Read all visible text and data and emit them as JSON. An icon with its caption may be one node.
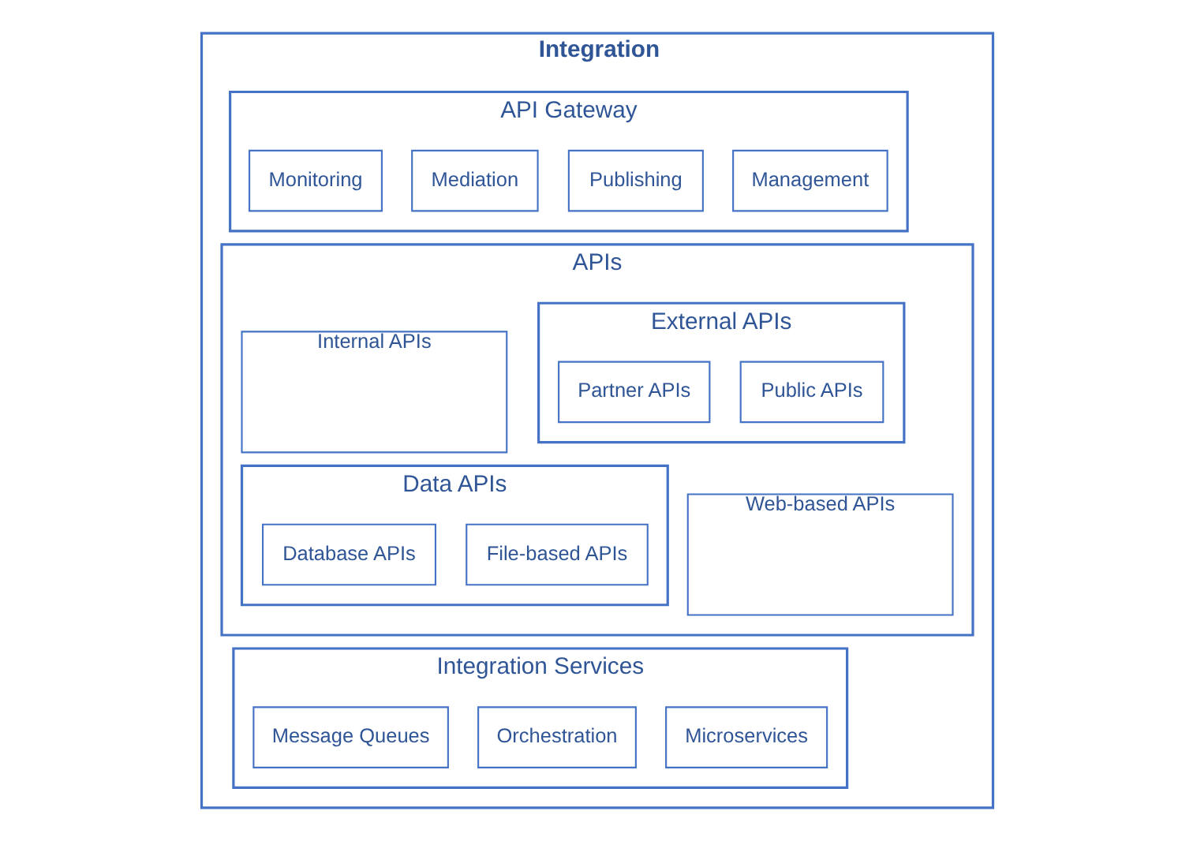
{
  "diagram": {
    "nodes": [
      {
        "text": [
          "Integration"
        ]
      },
      {
        "text": [
          "API Gateway"
        ],
        "in": 0
      },
      {
        "text": [
          "Management"
        ],
        "in": 1
      },
      {
        "text": [
          "Publishing"
        ],
        "in": 1
      },
      {
        "text": [
          "Mediation"
        ],
        "in": 1
      },
      {
        "text": [
          "Monitoring"
        ],
        "in": 1
      },
      {
        "text": [
          "APIs"
        ],
        "in": 0
      },
      {
        "text": [
          "External APIs"
        ],
        "in": 6
      },
      {
        "text": [
          "Public APIs"
        ],
        "in": 7
      },
      {
        "text": [
          "Partner APIs"
        ],
        "in": 7
      },
      {
        "text": [
          "Internal APIs"
        ],
        "in": 6
      },
      {
        "text": [
          "Web-based APIs"
        ],
        "in": 6
      },
      {
        "text": [
          "Data APIs"
        ],
        "in": 6
      },
      {
        "text": [
          "File-based APIs"
        ],
        "in": 12
      },
      {
        "text": [
          "Database APIs"
        ],
        "in": 12
      },
      {
        "text": [
          "Integration Services"
        ],
        "in": 0
      },
      {
        "text": [
          "Microservices"
        ],
        "in": 15
      },
      {
        "text": [
          "Orchestration"
        ],
        "in": 15
      },
      {
        "text": [
          "Message Queues"
        ],
        "in": 15
      }
    ],
    "edges": []
  }
}
